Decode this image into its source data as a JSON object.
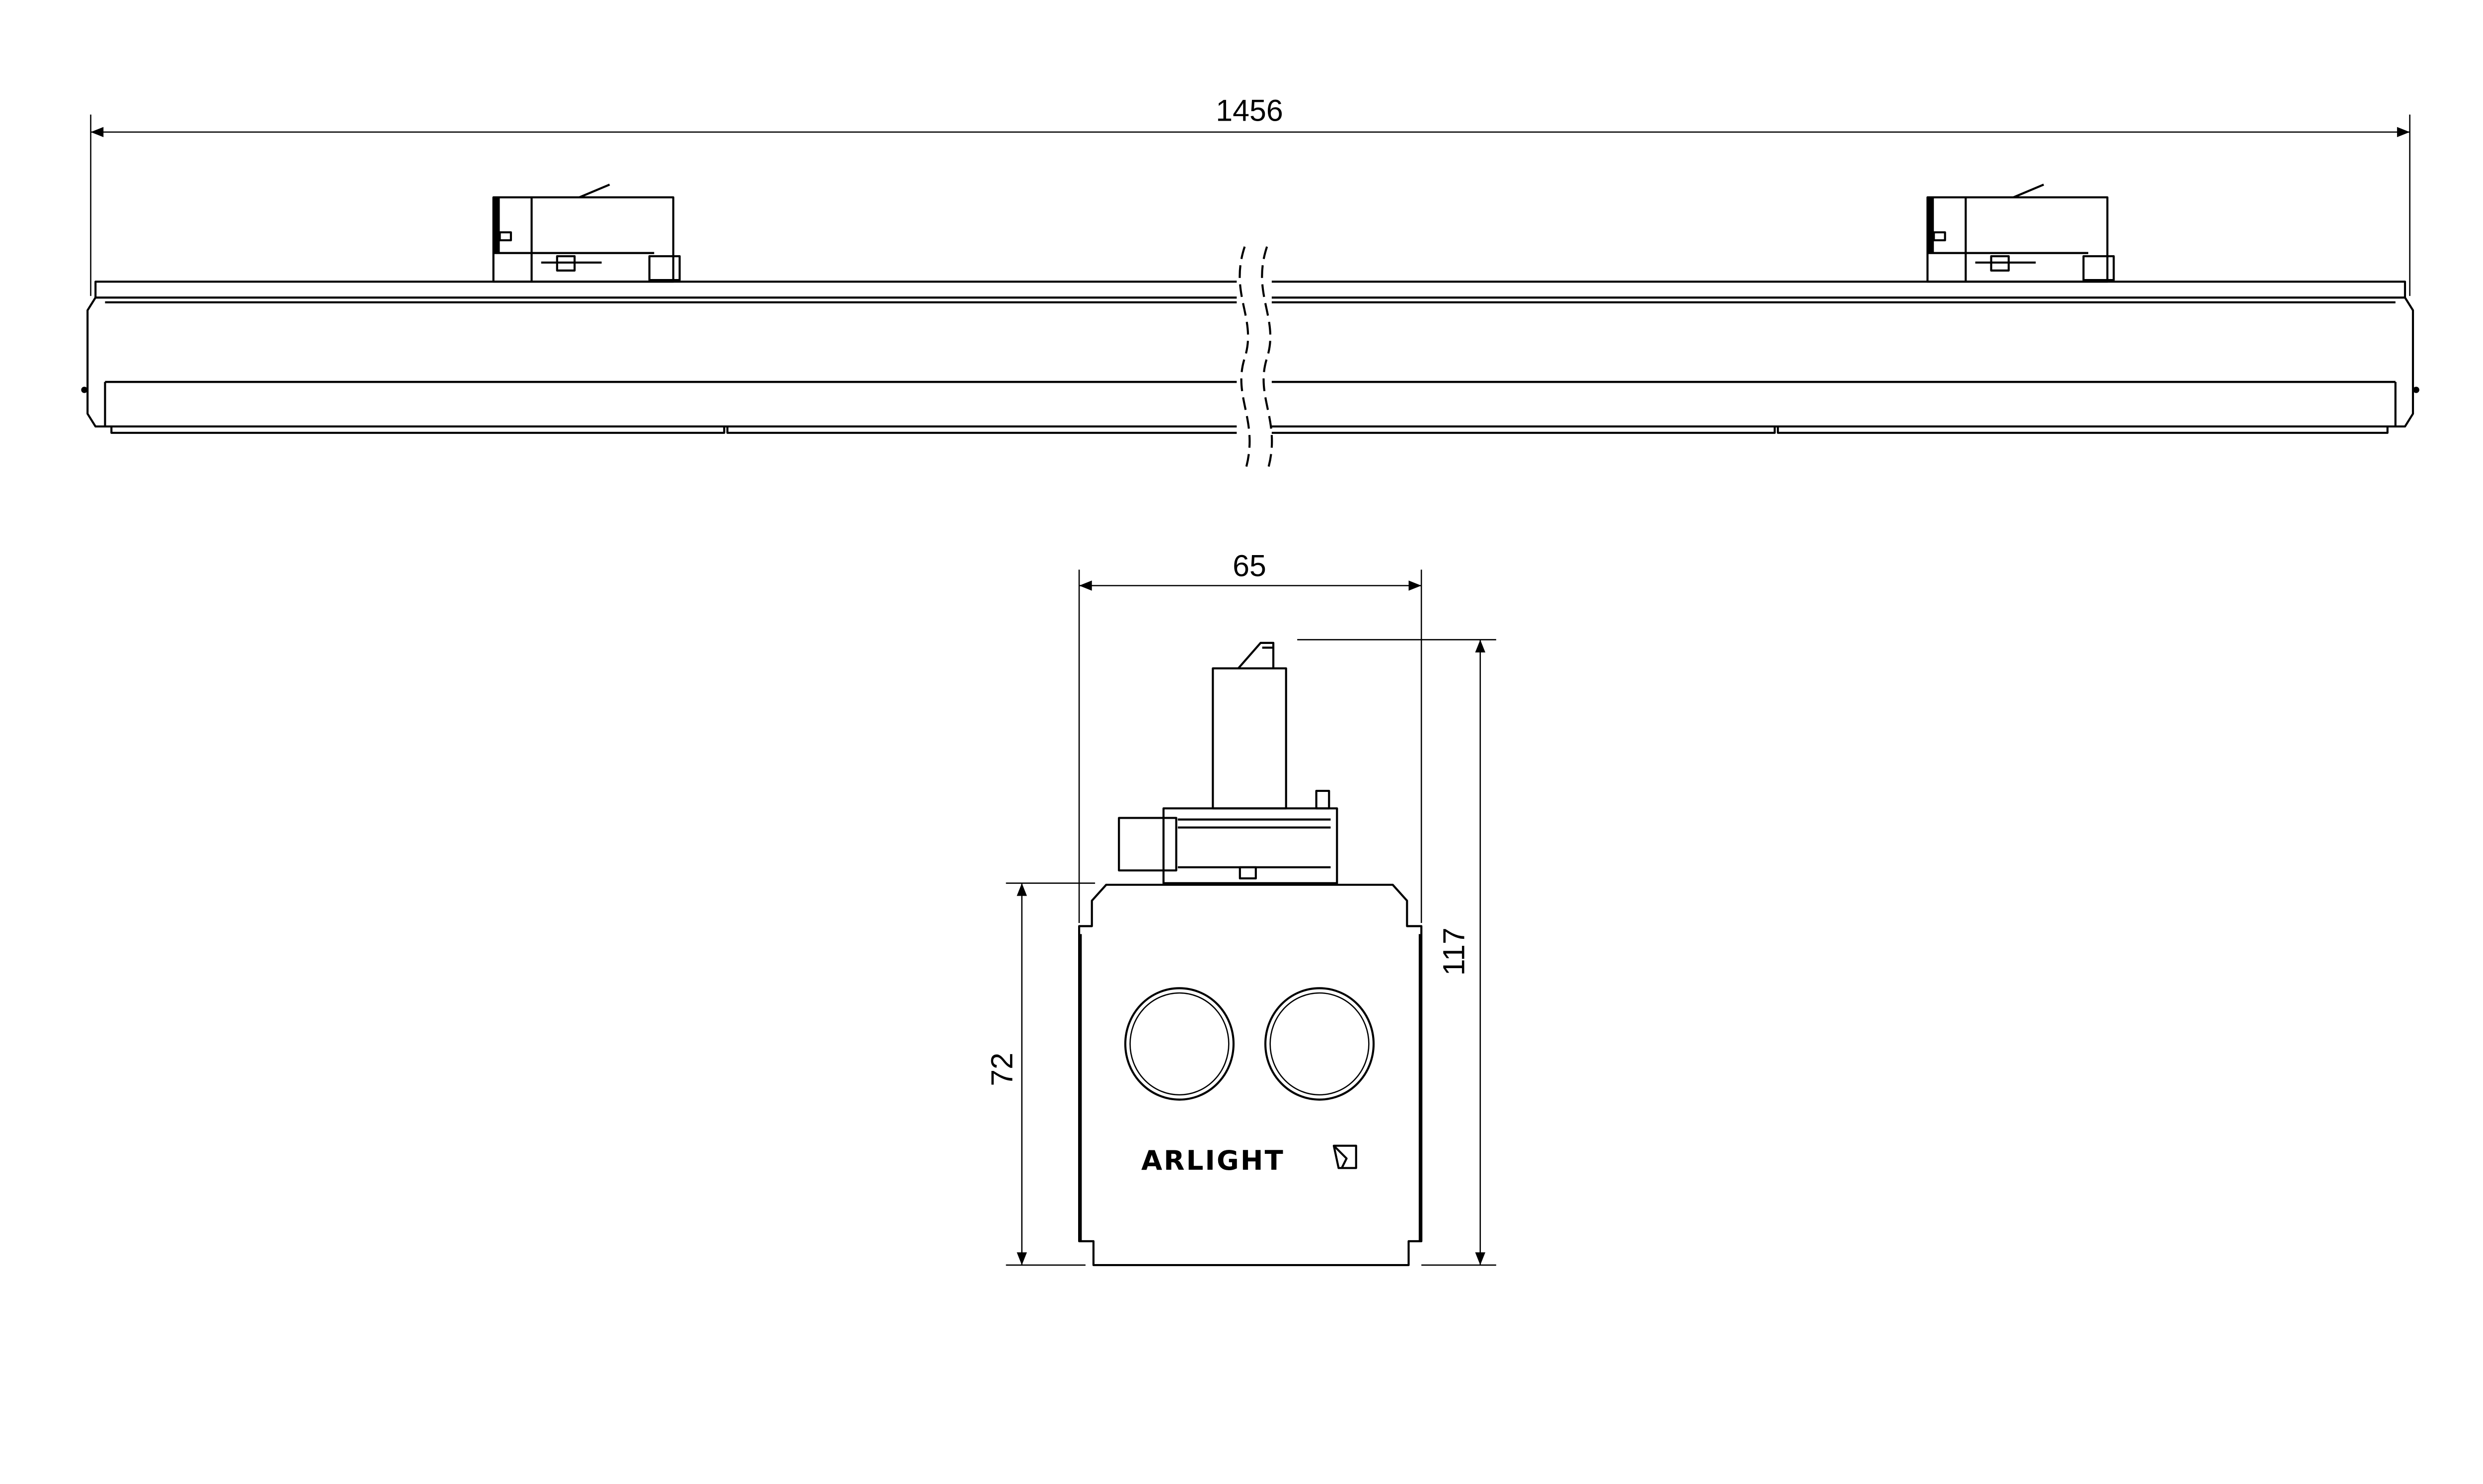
{
  "drawing": {
    "top_view": {
      "length_dimension": "1456"
    },
    "front_view": {
      "width_dimension": "65",
      "total_height_dimension": "117",
      "body_height_dimension": "72",
      "logo_text": "ARLIGHT"
    }
  }
}
